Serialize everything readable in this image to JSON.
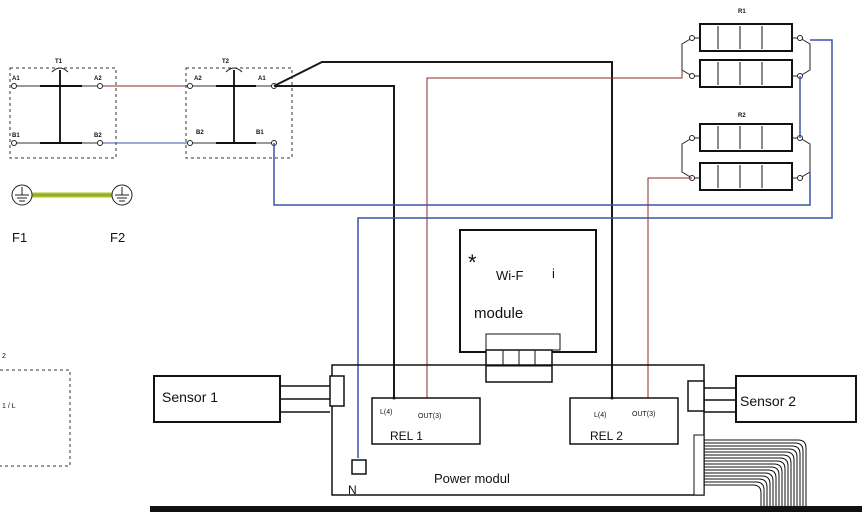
{
  "switches": {
    "t1": {
      "title": "T1",
      "a_left": "A1",
      "a_right": "A2",
      "b_left": "B1",
      "b_right": "B2"
    },
    "t2": {
      "title": "T2",
      "a_left": "A2",
      "a_right": "A1",
      "b_left": "B2",
      "b_right": "B1"
    }
  },
  "grounds": {
    "left": "F1",
    "right": "F2"
  },
  "radiators": {
    "r1": "R1",
    "r2": "R2"
  },
  "wifi": {
    "star": "*",
    "line1": "Wi-F",
    "line1_suffix": "i",
    "line2": "module"
  },
  "power_module": {
    "title": "Power modul",
    "neutral": "N"
  },
  "relays": {
    "rel1": {
      "name": "REL 1",
      "in": "L(4)",
      "out": "OUT(3)"
    },
    "rel2": {
      "name": "REL 2",
      "in": "L(4)",
      "out": "OUT(3)"
    }
  },
  "sensors": {
    "s1": "Sensor 1",
    "s2": "Sensor 2"
  },
  "left_box": {
    "top": "2",
    "mid": "1 / L"
  },
  "colors": {
    "wire_black": "#1a1a1a",
    "wire_red": "#8b2a2a",
    "wire_blue": "#3a55a8",
    "ground_green": "#a8c62a"
  }
}
